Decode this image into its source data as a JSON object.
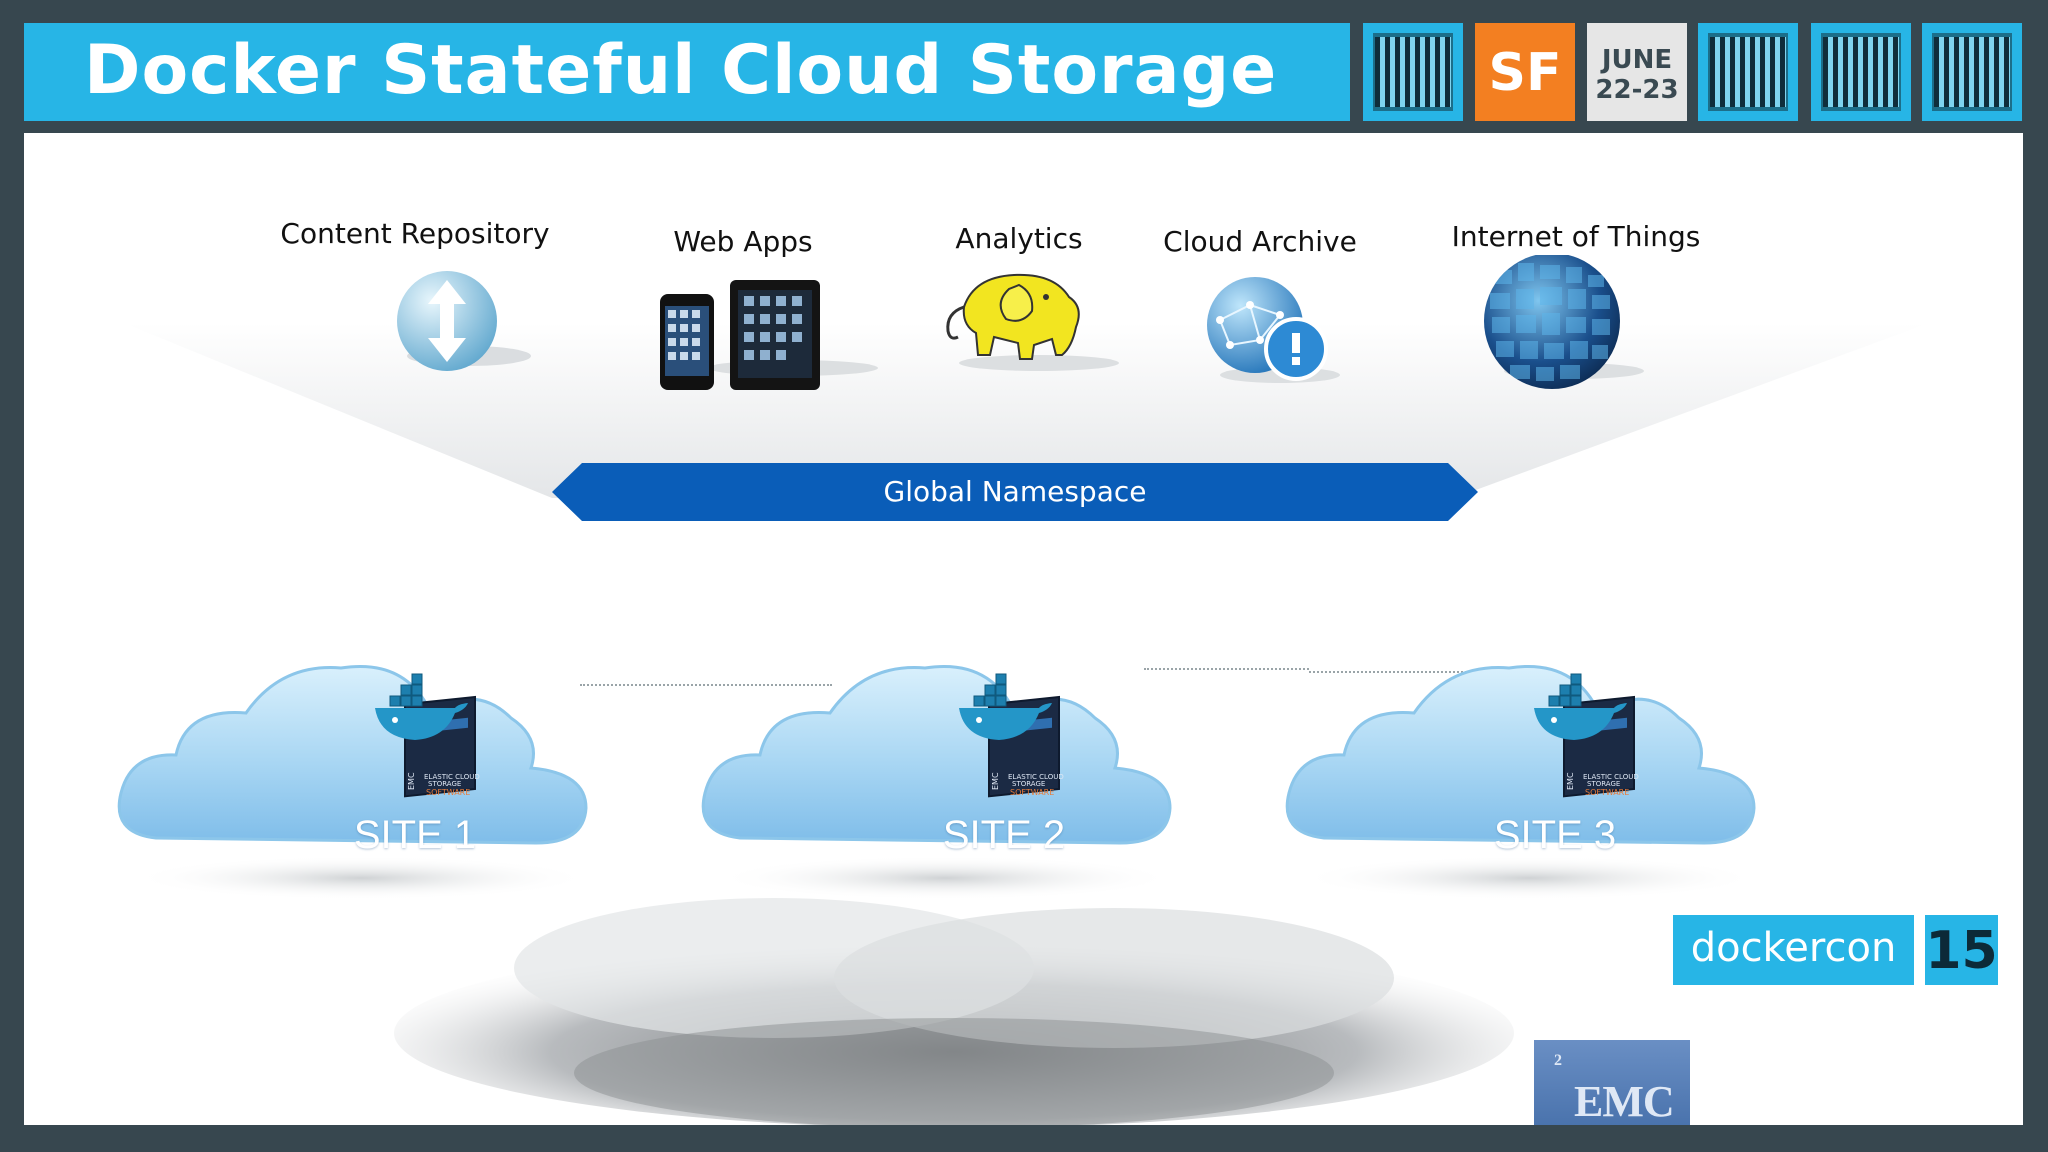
{
  "header": {
    "title": "Docker Stateful Cloud Storage",
    "city": "SF",
    "date_month": "JUNE",
    "date_days": "22-23"
  },
  "apps": [
    {
      "label": "Content Repository",
      "icon": "sync-arrows-icon"
    },
    {
      "label": "Web Apps",
      "icon": "phone-tablet-icon"
    },
    {
      "label": "Analytics",
      "icon": "hadoop-elephant-icon"
    },
    {
      "label": "Cloud Archive",
      "icon": "globe-archive-icon"
    },
    {
      "label": "Internet of Things",
      "icon": "data-globe-icon"
    }
  ],
  "namespace": {
    "label": "Global Namespace"
  },
  "sites": [
    {
      "label": "SITE 1",
      "box_line1": "ELASTIC CLOUD",
      "box_line2": "STORAGE",
      "box_line3": "SOFTWARE",
      "box_vendor": "EMC"
    },
    {
      "label": "SITE 2",
      "box_line1": "ELASTIC CLOUD",
      "box_line2": "STORAGE",
      "box_line3": "SOFTWARE",
      "box_vendor": "EMC"
    },
    {
      "label": "SITE 3",
      "box_line1": "ELASTIC CLOUD",
      "box_line2": "STORAGE",
      "box_line3": "SOFTWARE",
      "box_vendor": "EMC"
    }
  ],
  "footer": {
    "vendor": "EMC",
    "vendor_sup": "2",
    "event": "dockercon",
    "year": "15"
  },
  "colors": {
    "accent": "#27b5e6",
    "orange": "#f37f21",
    "frame": "#37474f",
    "namespace": "#0a5db8"
  }
}
